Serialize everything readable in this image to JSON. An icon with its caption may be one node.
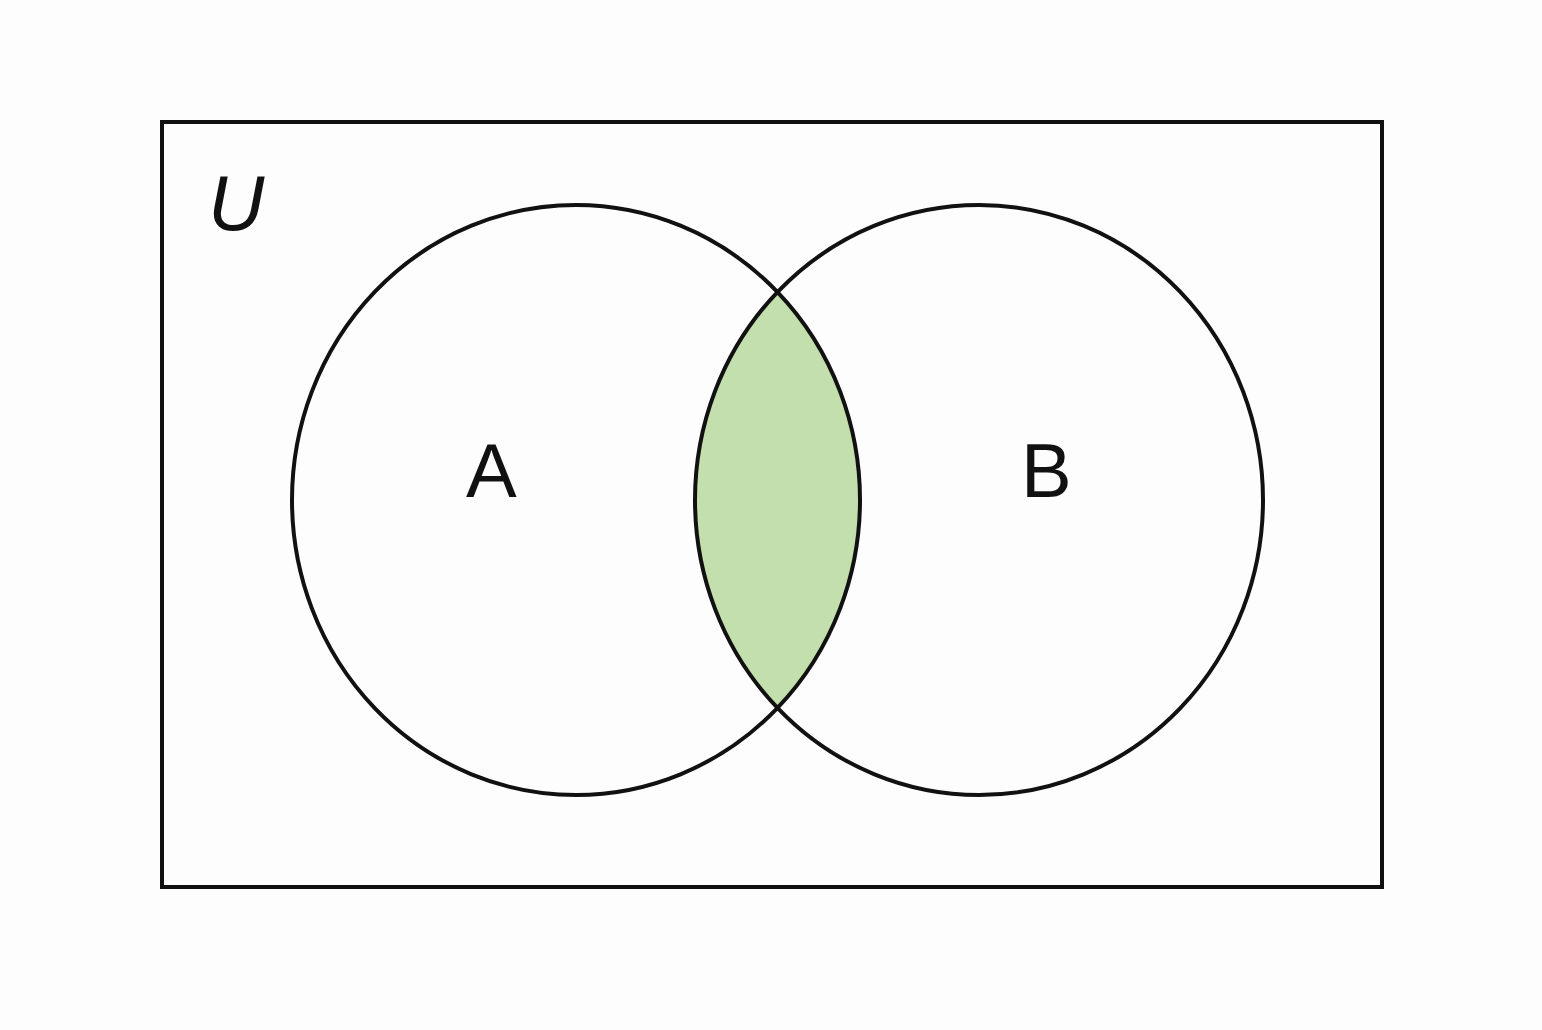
{
  "diagram": {
    "nodes": [
      {
        "text": [
          "U"
        ]
      },
      {
        "text": [
          "A"
        ],
        "in": 0
      },
      {
        "text": [
          "B"
        ],
        "in": 0
      },
      {
        "text": [],
        "shape": "lens"
      }
    ]
  }
}
